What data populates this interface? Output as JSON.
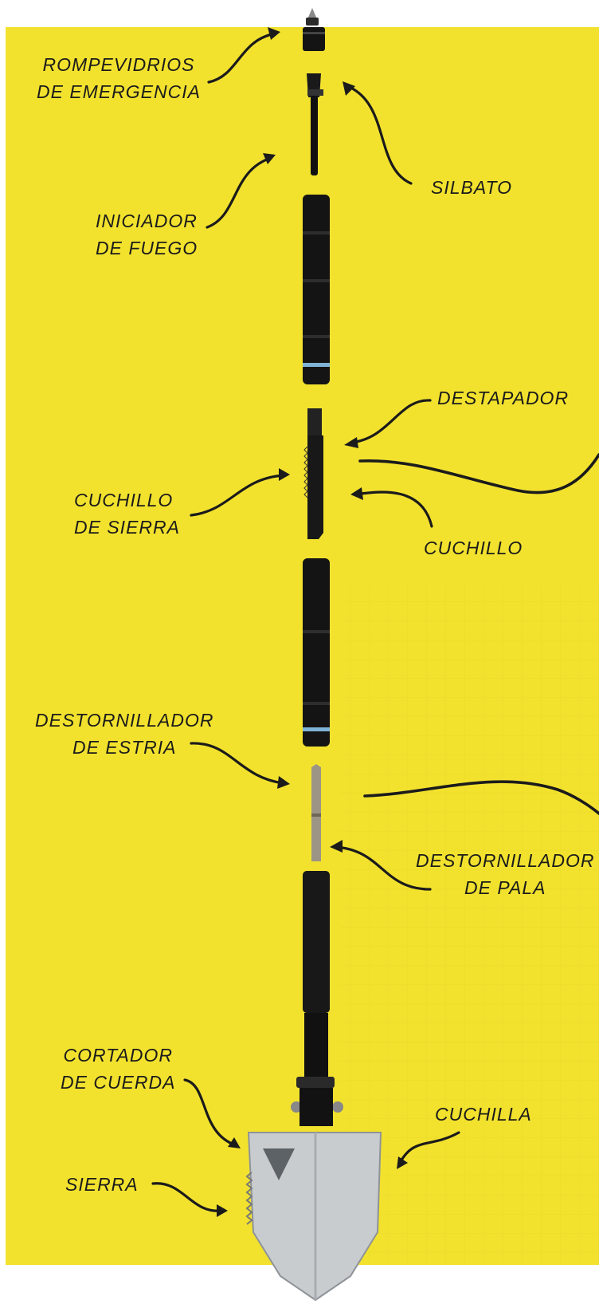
{
  "colors": {
    "background": "#f2e22e",
    "tool_body": "#141414",
    "blade": "#c9cccf",
    "ink": "#1b1b1b"
  },
  "labels": {
    "rompevidrios": [
      "ROMPEVIDRIOS",
      "DE EMERGENCIA"
    ],
    "silbato": [
      "SILBATO"
    ],
    "iniciador": [
      "INICIADOR",
      "DE FUEGO"
    ],
    "destapador": [
      "DESTAPADOR"
    ],
    "cuchillo_sierra": [
      "CUCHILLO",
      "DE SIERRA"
    ],
    "cuchillo": [
      "CUCHILLO"
    ],
    "destornillador_estria": [
      "DESTORNILLADOR",
      "DE ESTRIA"
    ],
    "destornillador_pala": [
      "DESTORNILLADOR",
      "DE PALA"
    ],
    "cortador": [
      "CORTADOR",
      "DE CUERDA"
    ],
    "cuchilla": [
      "CUCHILLA"
    ],
    "sierra": [
      "SIERRA"
    ]
  }
}
